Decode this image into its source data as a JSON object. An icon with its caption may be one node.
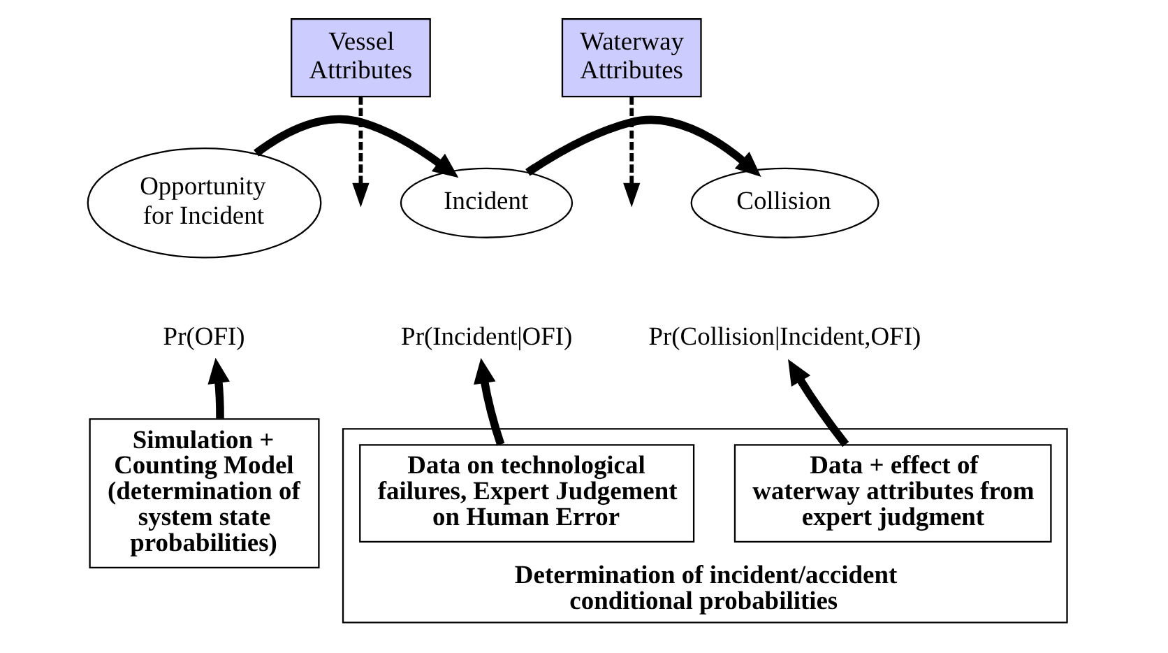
{
  "diagram": {
    "nodes": [
      {
        "text": [
          "Vessel Attributes"
        ]
      },
      {
        "text": [
          "Waterway Attributes"
        ]
      },
      {
        "text": [
          "Opportunity for Incident"
        ]
      },
      {
        "text": [
          "Incident"
        ]
      },
      {
        "text": [
          "Collision"
        ]
      },
      {
        "text": [
          "Pr(OFI)"
        ]
      },
      {
        "text": [
          "Pr(Incident|OFI)"
        ]
      },
      {
        "text": [
          "Pr(Collision|Incident,OFI)"
        ]
      },
      {
        "text": [
          "Simulation + Counting Model (determination of system state probabilities)"
        ]
      },
      {
        "text": [
          "Determination of incident/accident conditional probabilities"
        ]
      },
      {
        "text": [
          "Data on technological failures, Expert Judgement on Human Error"
        ],
        "in": 9
      },
      {
        "text": [
          "Data + effect of waterway attributes from expert judgment"
        ],
        "in": 9
      }
    ],
    "edges": [
      {
        "from": 2,
        "to": 3,
        "arrow": "to"
      },
      {
        "from": 3,
        "to": 4,
        "arrow": "to"
      },
      {
        "from": 0,
        "to": null,
        "arrow": "to",
        "style": "dashed"
      },
      {
        "from": 1,
        "to": null,
        "arrow": "to",
        "style": "dashed"
      },
      {
        "from": 8,
        "to": 5,
        "arrow": "to"
      },
      {
        "from": 10,
        "to": 6,
        "arrow": "to"
      },
      {
        "from": 11,
        "to": 7,
        "arrow": "to"
      }
    ]
  }
}
